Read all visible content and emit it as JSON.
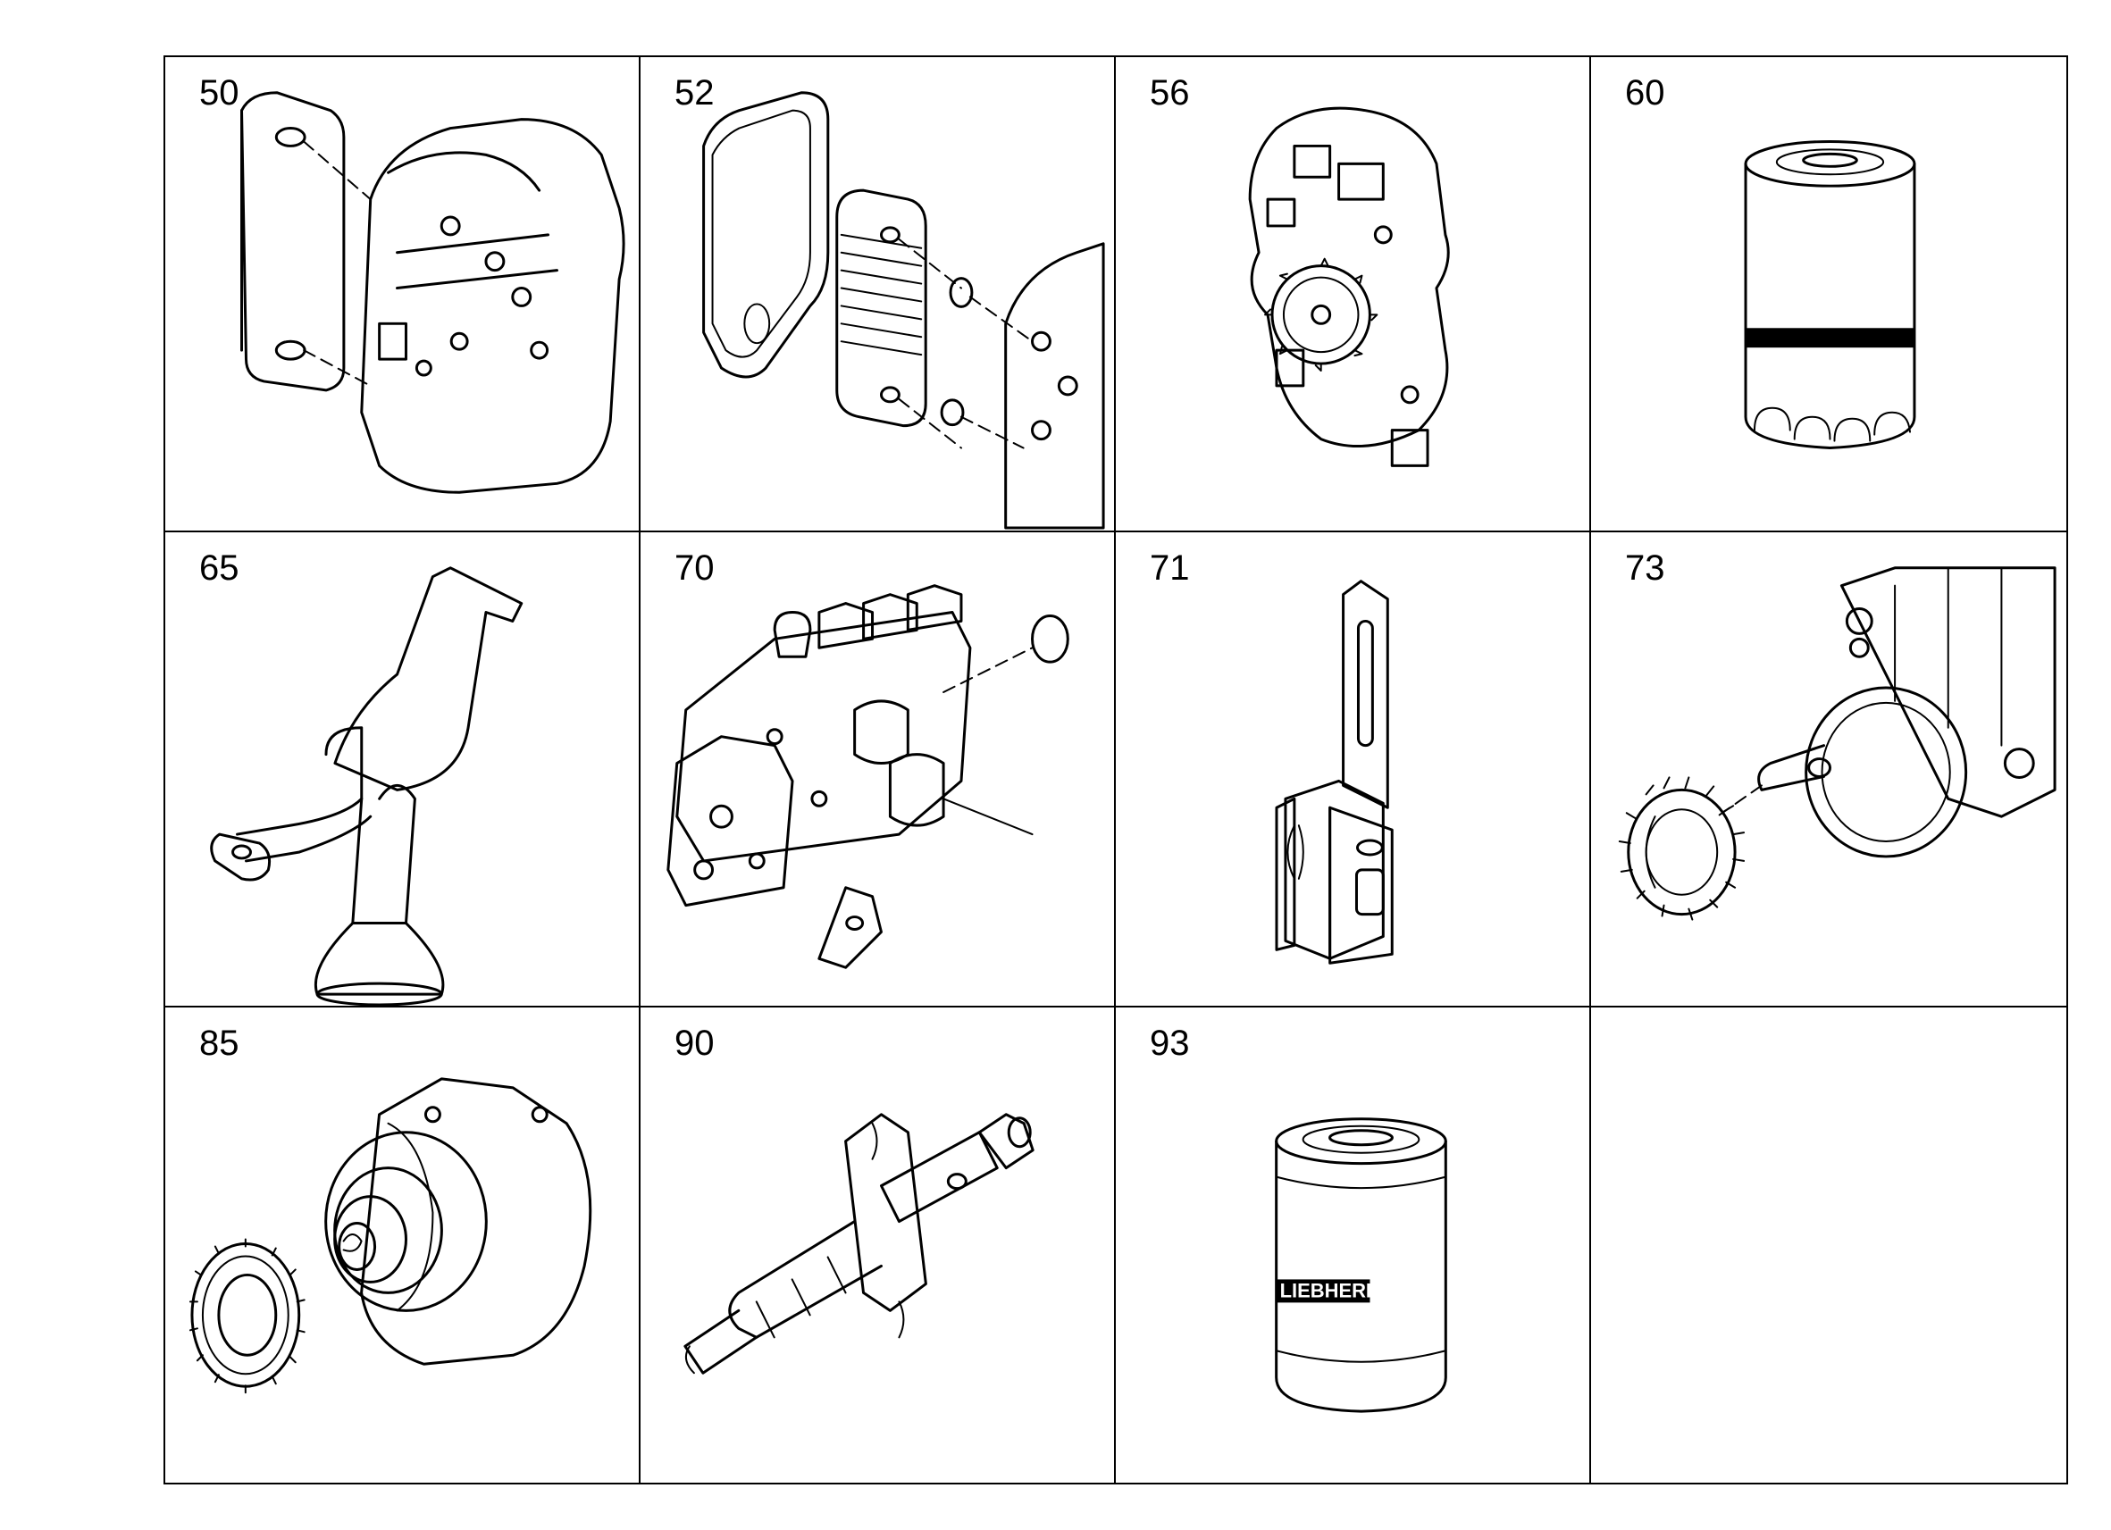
{
  "parts": [
    {
      "number": "50",
      "icon": "oil-cooler-with-housing"
    },
    {
      "number": "52",
      "icon": "oil-cooler-gasket-assembly"
    },
    {
      "number": "56",
      "icon": "oil-pump-housing"
    },
    {
      "number": "60",
      "icon": "oil-filter-cartridge"
    },
    {
      "number": "65",
      "icon": "oil-suction-pipe"
    },
    {
      "number": "70",
      "icon": "fuel-injection-pump"
    },
    {
      "number": "71",
      "icon": "tensioning-bracket"
    },
    {
      "number": "73",
      "icon": "pump-drive-gear"
    },
    {
      "number": "85",
      "icon": "alternator-with-gear"
    },
    {
      "number": "90",
      "icon": "injection-nozzle"
    },
    {
      "number": "93",
      "icon": "fuel-filter-cartridge"
    },
    {
      "number": "",
      "icon": ""
    }
  ],
  "filter_logo_text": "LIEBHERR"
}
